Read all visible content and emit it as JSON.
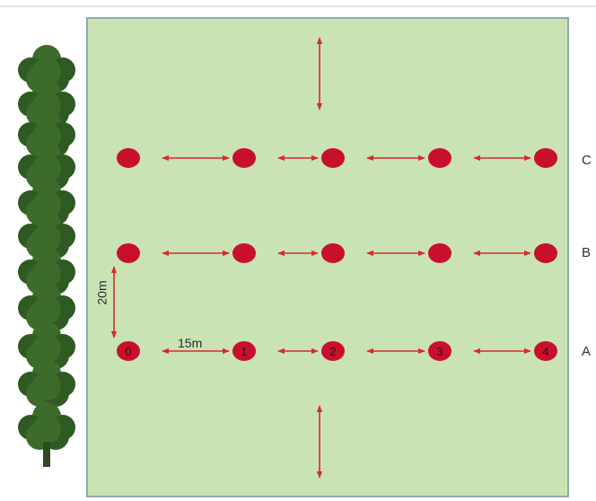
{
  "colors": {
    "field_fill": "#c9e3b5",
    "field_border": "#8fa9b7",
    "point_fill": "#c8102e",
    "arrow": "#d62b2b",
    "tree_dark": "#2f5a23",
    "tree_mid": "#3d6b2c",
    "trunk": "#2f4a22"
  },
  "rows": [
    {
      "label": "C",
      "points": [
        "",
        "",
        "",
        "",
        ""
      ]
    },
    {
      "label": "B",
      "points": [
        "",
        "",
        "",
        "",
        ""
      ]
    },
    {
      "label": "A",
      "points": [
        "0",
        "1",
        "2",
        "3",
        "4"
      ]
    }
  ],
  "distances": {
    "horizontal": "15m",
    "vertical": "20m"
  },
  "icons": {
    "trees": "tree-icon"
  }
}
